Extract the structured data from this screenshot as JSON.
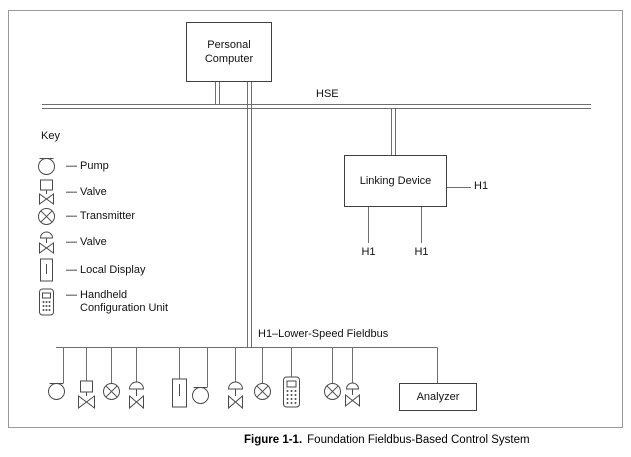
{
  "figure": {
    "caption_label": "Figure 1-1.",
    "caption_title": "Foundation Fieldbus-Based Control System"
  },
  "nodes": {
    "personal_computer": "Personal\nComputer",
    "linking_device": "Linking Device",
    "analyzer": "Analyzer"
  },
  "buses": {
    "hse_label": "HSE",
    "h1_spur_label": "H1",
    "h1_drop_left_label": "H1",
    "h1_drop_right_label": "H1",
    "h1_fieldbus_label": "H1–Lower-Speed Fieldbus"
  },
  "key": {
    "title": "Key",
    "items": [
      {
        "icon": "pump-icon",
        "label": "— Pump"
      },
      {
        "icon": "valve-icon",
        "label": "— Valve"
      },
      {
        "icon": "transmitter-icon",
        "label": "— Transmitter"
      },
      {
        "icon": "actuated-valve-icon",
        "label": "— Valve"
      },
      {
        "icon": "local-display-icon",
        "label": "— Local Display"
      },
      {
        "icon": "handheld-configuration-unit-icon",
        "label_line1": "— Handheld",
        "label_line2": "Configuration Unit"
      }
    ]
  },
  "h1_field_devices": [
    "pump",
    "valve",
    "transmitter",
    "valve",
    "local-display",
    "pump",
    "valve",
    "transmitter",
    "handheld-configuration-unit",
    "transmitter",
    "valve",
    "analyzer"
  ],
  "colors": {
    "line": "#6e6e6e",
    "symbol": "#4a4a4a",
    "frame": "#9a9a9a",
    "text": "#111111",
    "background": "#ffffff"
  }
}
